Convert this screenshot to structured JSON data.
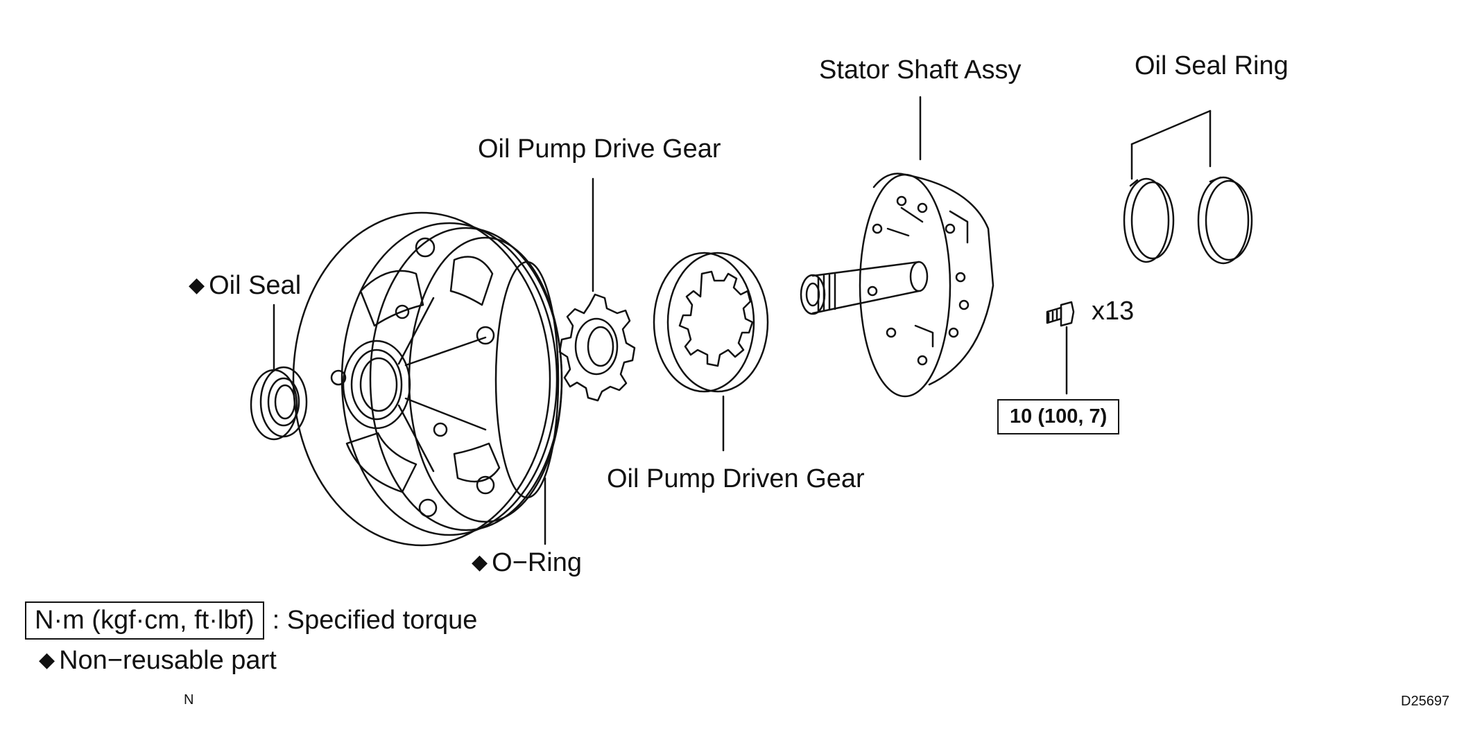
{
  "labels": {
    "stator_shaft_assy": "Stator Shaft Assy",
    "oil_seal_ring": "Oil Seal Ring",
    "oil_pump_drive_gear": "Oil Pump Drive Gear",
    "oil_seal": "Oil Seal",
    "bolt_count": "x13",
    "oil_pump_driven_gear": "Oil Pump Driven Gear",
    "o_ring": "O−Ring"
  },
  "torque": {
    "bolt": "10 (100, 7)"
  },
  "legend": {
    "torque_units": "N·m (kgf·cm, ft·lbf)",
    "torque_text": ": Specified torque",
    "nonreusable_text": "Non−reusable part"
  },
  "markers": {
    "nonreusable_symbol": "◆"
  },
  "footer": {
    "left_mark": "N",
    "figure_code": "D25697"
  }
}
